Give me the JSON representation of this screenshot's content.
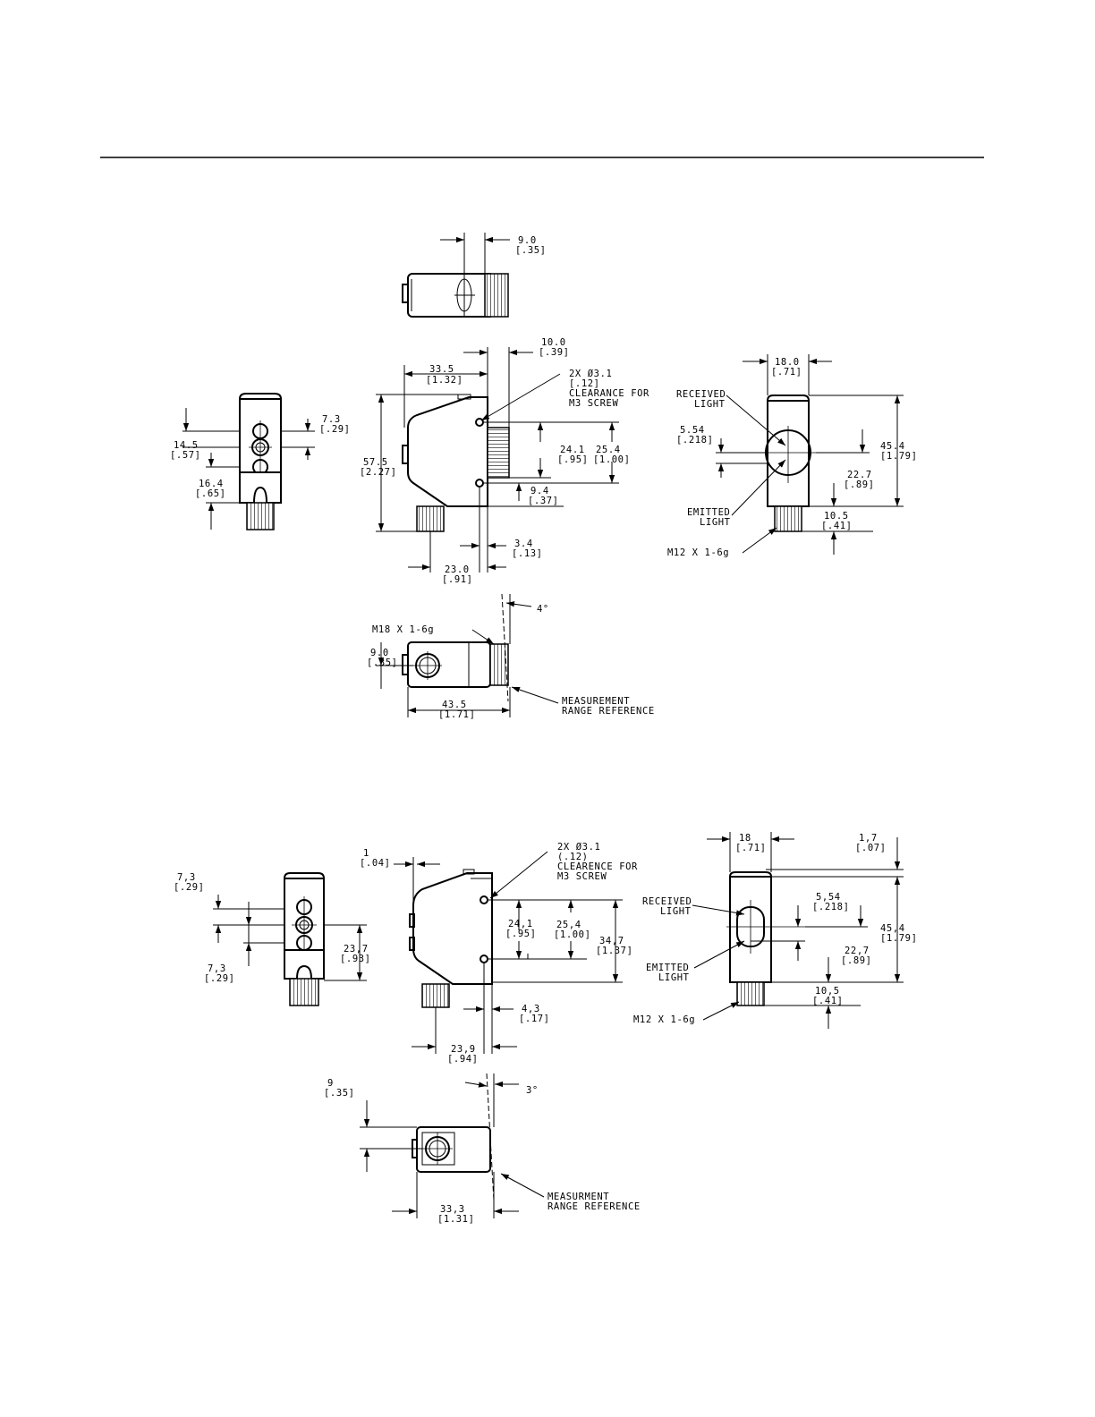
{
  "top_sensor": {
    "top_view": {
      "dim_9_0": "9.0",
      "dim_9_0_in": "[.35]"
    },
    "left_view": {
      "dim_7_3": "7.3",
      "dim_7_3_in": "[.29]",
      "dim_14_5": "14.5",
      "dim_14_5_in": "[.57]",
      "dim_16_4": "16.4",
      "dim_16_4_in": "[.65]"
    },
    "side_view": {
      "dim_10_0": "10.0",
      "dim_10_0_in": "[.39]",
      "dim_33_5": "33.5",
      "dim_33_5_in": "[1.32]",
      "hole_note": [
        "2X Ø3.1",
        "[.12]",
        "CLEARANCE FOR",
        "M3 SCREW"
      ],
      "dim_57_5": "57.5",
      "dim_57_5_in": "[2.27]",
      "dim_24_1": "24.1",
      "dim_24_1_in": "[.95]",
      "dim_25_4": "25.4",
      "dim_25_4_in": "[1.00]",
      "dim_9_4": "9.4",
      "dim_9_4_in": "[.37]",
      "dim_3_4": "3.4",
      "dim_3_4_in": "[.13]",
      "dim_23_0": "23.0",
      "dim_23_0_in": "[.91]"
    },
    "front_view": {
      "dim_18_0": "18.0",
      "dim_18_0_in": "[.71]",
      "received_light": [
        "RECEIVED",
        "LIGHT"
      ],
      "dim_5_54": "5.54",
      "dim_5_54_in": "[.218]",
      "dim_45_4": "45.4",
      "dim_45_4_in": "[1.79]",
      "dim_22_7": "22.7",
      "dim_22_7_in": "[.89]",
      "emitted_light": [
        "EMITTED",
        "LIGHT"
      ],
      "dim_10_5": "10.5",
      "dim_10_5_in": "[.41]",
      "thread": "M12 X 1-6g"
    },
    "bottom_view": {
      "angle": "4°",
      "thread": "M18 X 1-6g",
      "dim_9_0": "9.0",
      "dim_9_0_in": "[.35]",
      "dim_43_5": "43.5",
      "dim_43_5_in": "[1.71]",
      "range_ref": [
        "MEASUREMENT",
        "RANGE REFERENCE"
      ]
    }
  },
  "bottom_sensor": {
    "left_view": {
      "dim_7_3a": "7,3",
      "dim_7_3a_in": "[.29]",
      "dim_23_7": "23,7",
      "dim_23_7_in": "[.93]",
      "dim_7_3b": "7,3",
      "dim_7_3b_in": "[.29]"
    },
    "side_view": {
      "dim_1": "1",
      "dim_1_in": "[.04]",
      "hole_note": [
        "2X Ø3.1",
        "(.12)",
        "CLEARENCE FOR",
        "M3 SCREW"
      ],
      "dim_24_1": "24,1",
      "dim_24_1_in": "[.95]",
      "dim_25_4": "25,4",
      "dim_25_4_in": "[1.00]",
      "dim_34_7": "34,7",
      "dim_34_7_in": "[1.37]",
      "dim_4_3": "4,3",
      "dim_4_3_in": "[.17]",
      "dim_23_9": "23,9",
      "dim_23_9_in": "[.94]"
    },
    "front_view": {
      "dim_18": "18",
      "dim_18_in": "[.71]",
      "dim_1_7": "1,7",
      "dim_1_7_in": "[.07]",
      "received_light": [
        "RECEIVED",
        "LIGHT"
      ],
      "dim_5_54": "5,54",
      "dim_5_54_in": "[.218]",
      "dim_45_4": "45,4",
      "dim_45_4_in": "[1.79]",
      "dim_22_7": "22,7",
      "dim_22_7_in": "[.89]",
      "emitted_light": [
        "EMITTED",
        "LIGHT"
      ],
      "dim_10_5": "10,5",
      "dim_10_5_in": "[.41]",
      "thread": "M12 X 1-6g"
    },
    "bottom_view": {
      "dim_9": "9",
      "dim_9_in": "[.35]",
      "angle": "3°",
      "range_ref": [
        "MEASURMENT",
        "RANGE REFERENCE"
      ],
      "dim_33_3": "33,3",
      "dim_33_3_in": "[1.31]"
    }
  }
}
